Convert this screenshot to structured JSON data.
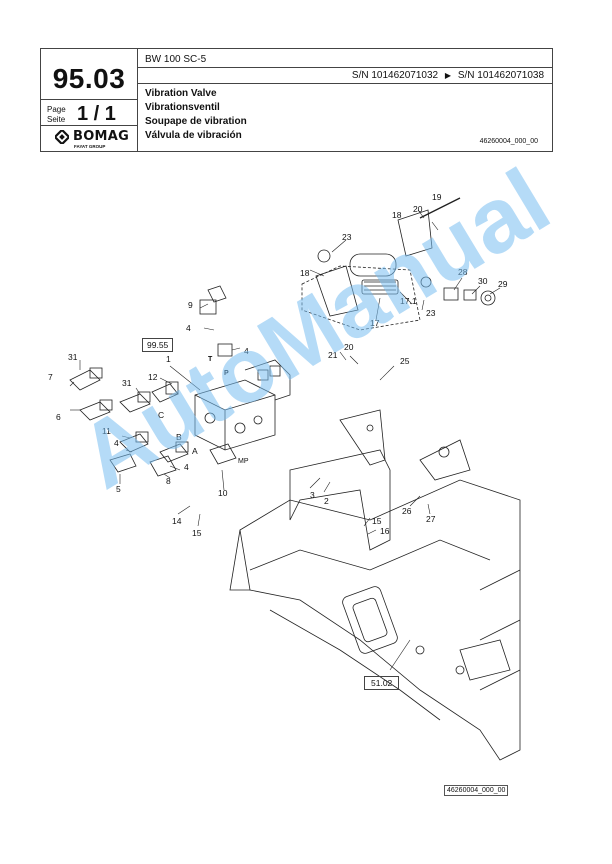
{
  "header": {
    "section_number": "95.03",
    "page_label_en": "Page",
    "page_label_de": "Seite",
    "page_value": "1 / 1",
    "model": "BW 100 SC-5",
    "serial_from": "S/N 101462071032",
    "serial_arrow": "▶",
    "serial_to": "S/N 101462071038",
    "titles": [
      "Vibration Valve",
      "Vibrationsventil",
      "Soupape de vibration",
      "Válvula de vibración"
    ],
    "drawing_number": "46260004_000_00",
    "logo_text": "BOMAG",
    "logo_subtext": "FAYAT GROUP"
  },
  "diagram": {
    "callouts": [
      "19",
      "20",
      "18",
      "23",
      "18",
      "28",
      "30",
      "29",
      "17.1",
      "23",
      "17",
      "9",
      "4",
      "4",
      "99.55",
      "1",
      "21",
      "20",
      "25",
      "31",
      "7",
      "12",
      "31",
      "6",
      "11",
      "C",
      "B",
      "4",
      "A",
      "4",
      "5",
      "8",
      "MP",
      "10",
      "3",
      "2",
      "14",
      "15",
      "26",
      "27",
      "15",
      "16",
      "51.02",
      "P",
      "T"
    ],
    "reference_boxes": [
      "99.55",
      "51.02"
    ]
  },
  "watermark_text": "AutoManual",
  "footer": {
    "drawing_number": "46260004_000_00"
  },
  "colors": {
    "watermark": "#78bef0",
    "line": "#222222"
  }
}
